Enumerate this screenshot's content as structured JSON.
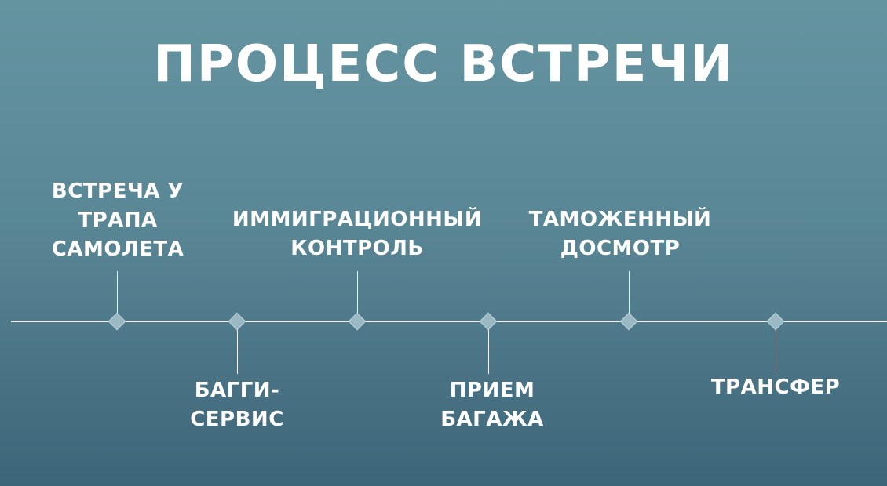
{
  "title": "ПРОЦЕСС ВСТРЕЧИ",
  "steps": [
    {
      "label": "ВСТРЕЧА У\nТРАПА\nСАМОЛЕТА",
      "position": "above"
    },
    {
      "label": "БАГГИ-\nСЕРВИС",
      "position": "below"
    },
    {
      "label": "ИММИГРАЦИОННЫЙ\nКОНТРОЛЬ",
      "position": "above"
    },
    {
      "label": "ПРИЕМ\nБАГАЖА",
      "position": "below"
    },
    {
      "label": "ТАМОЖЕННЫЙ\nДОСМОТР",
      "position": "above"
    },
    {
      "label": "ТРАНСФЕР",
      "position": "below"
    }
  ],
  "colors": {
    "line": "#eef4f6",
    "marker": "#9ab9c4",
    "text": "#ffffff"
  }
}
